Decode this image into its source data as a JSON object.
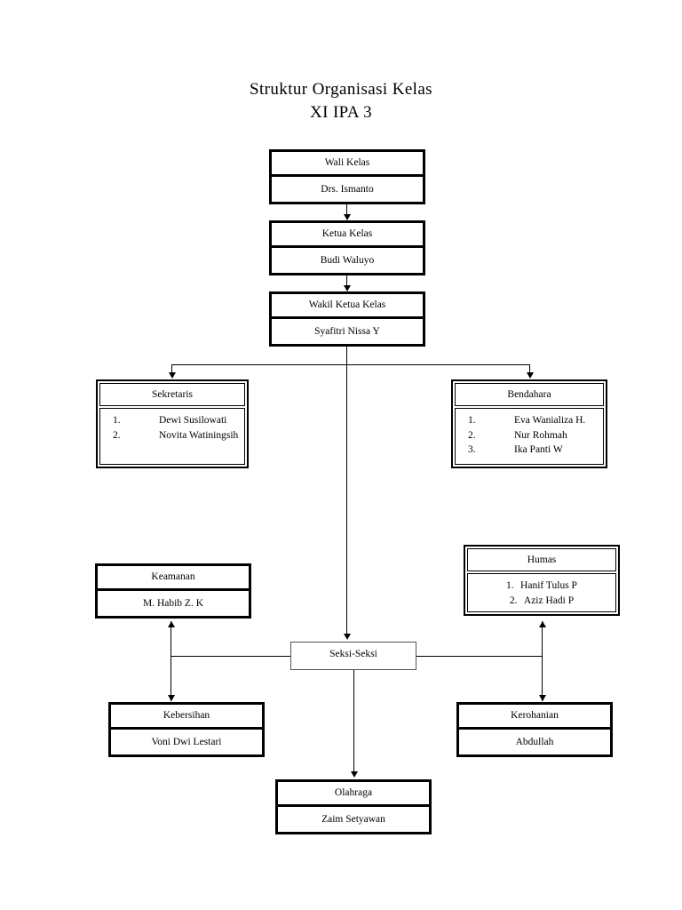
{
  "title": {
    "line1": "Struktur Organisasi Kelas",
    "line2": "XI IPA 3"
  },
  "nodes": {
    "wali_kelas": {
      "role": "Wali Kelas",
      "name": "Drs. Ismanto"
    },
    "ketua_kelas": {
      "role": "Ketua Kelas",
      "name": "Budi Waluyo"
    },
    "wakil_ketua": {
      "role": "Wakil Ketua Kelas",
      "name": "Syafitri Nissa Y"
    },
    "sekretaris": {
      "role": "Sekretaris",
      "members": [
        {
          "num": "1.",
          "name": "Dewi Susilowati"
        },
        {
          "num": "2.",
          "name": "Novita Watiningsih"
        }
      ]
    },
    "bendahara": {
      "role": "Bendahara",
      "members": [
        {
          "num": "1.",
          "name": "Eva Wanializa H."
        },
        {
          "num": "2.",
          "name": "Nur Rohmah"
        },
        {
          "num": "3.",
          "name": "Ika Panti W"
        }
      ]
    },
    "seksi_seksi": {
      "role": "Seksi-Seksi"
    },
    "keamanan": {
      "role": "Keamanan",
      "name": "M. Habib Z. K"
    },
    "humas": {
      "role": "Humas",
      "members": [
        {
          "num": "1.",
          "name": "Hanif Tulus P"
        },
        {
          "num": "2.",
          "name": "Aziz Hadi P"
        }
      ]
    },
    "kebersihan": {
      "role": "Kebersihan",
      "name": "Voni Dwi Lestari"
    },
    "kerohanian": {
      "role": "Kerohanian",
      "name": "Abdullah"
    },
    "olahraga": {
      "role": "Olahraga",
      "name": "Zaim Setyawan"
    }
  },
  "colors": {
    "line": "#000000",
    "background": "#ffffff",
    "text": "#000000"
  }
}
